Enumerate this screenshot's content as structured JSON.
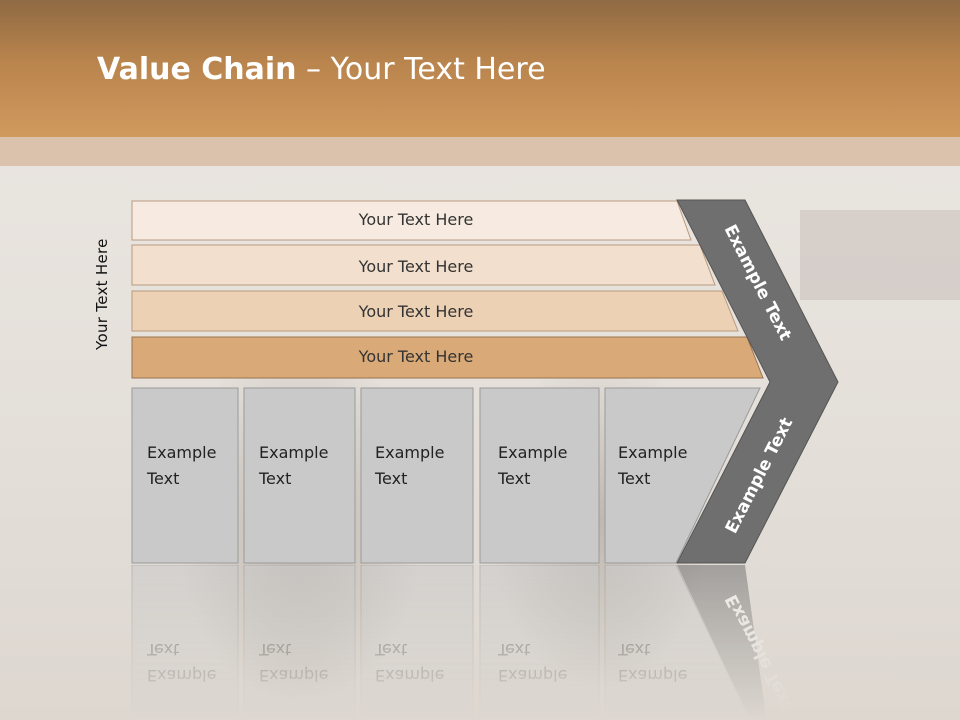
{
  "title": {
    "bold": "Value Chain",
    "rest": " – Your Text Here"
  },
  "side_label": "Your Text Here",
  "bars": [
    {
      "label": "Your Text Here",
      "color": "#f7ebe1"
    },
    {
      "label": "Your Text Here",
      "color": "#f2dfcd"
    },
    {
      "label": "Your Text Here",
      "color": "#ecd1b5"
    },
    {
      "label": "Your Text Here",
      "color": "#d9aa78"
    }
  ],
  "boxes": [
    {
      "line1": "Example",
      "line2": "Text"
    },
    {
      "line1": "Example",
      "line2": "Text"
    },
    {
      "line1": "Example",
      "line2": "Text"
    },
    {
      "line1": "Example",
      "line2": "Text"
    },
    {
      "line1": "Example",
      "line2": "Text"
    }
  ],
  "chevron": {
    "top_label": "Example Text",
    "bottom_label": "Example Text",
    "color": "#6f6f6f"
  },
  "colors": {
    "header": "#c48b52",
    "box_fill": "#c9c9c9",
    "box_stroke": "#9a9a9a"
  }
}
